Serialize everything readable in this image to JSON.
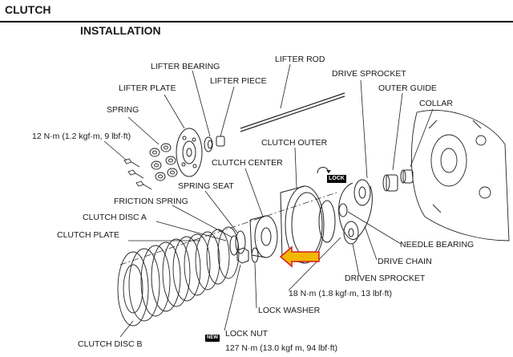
{
  "header": {
    "title": "CLUTCH"
  },
  "section": {
    "title": "INSTALLATION"
  },
  "labels": {
    "lifter_rod": "LIFTER ROD",
    "lifter_bearing": "LIFTER BEARING",
    "lifter_piece": "LIFTER PIECE",
    "lifter_plate": "LIFTER PLATE",
    "spring": "SPRING",
    "bolt_torque": "12 N·m (1.2 kgf·m, 9 lbf·ft)",
    "drive_sprocket": "DRIVE SPROCKET",
    "outer_guide": "OUTER GUIDE",
    "collar": "COLLAR",
    "clutch_outer": "CLUTCH OUTER",
    "clutch_center": "CLUTCH CENTER",
    "spring_seat": "SPRING SEAT",
    "friction_spring": "FRICTION SPRING",
    "clutch_disc_a": "CLUTCH DISC A",
    "clutch_plate": "CLUTCH PLATE",
    "needle_bearing": "NEEDLE BEARING",
    "drive_chain": "DRIVE CHAIN",
    "driven_sprocket": "DRIVEN SPROCKET",
    "sprocket_torque": "18 N·m (1.8 kgf·m, 13 lbf·ft)",
    "lock_washer": "LOCK WASHER",
    "lock_nut": "LOCK NUT",
    "lock_nut_torque": "127 N·m (13.0 kgf m, 94 lbf·ft)",
    "clutch_disc_b": "CLUTCH DISC B"
  },
  "marks": {
    "lock": "LOCK",
    "new": "NEW"
  },
  "colors": {
    "arrow": "#f2b705",
    "arrow_outline": "#d21f1f"
  }
}
